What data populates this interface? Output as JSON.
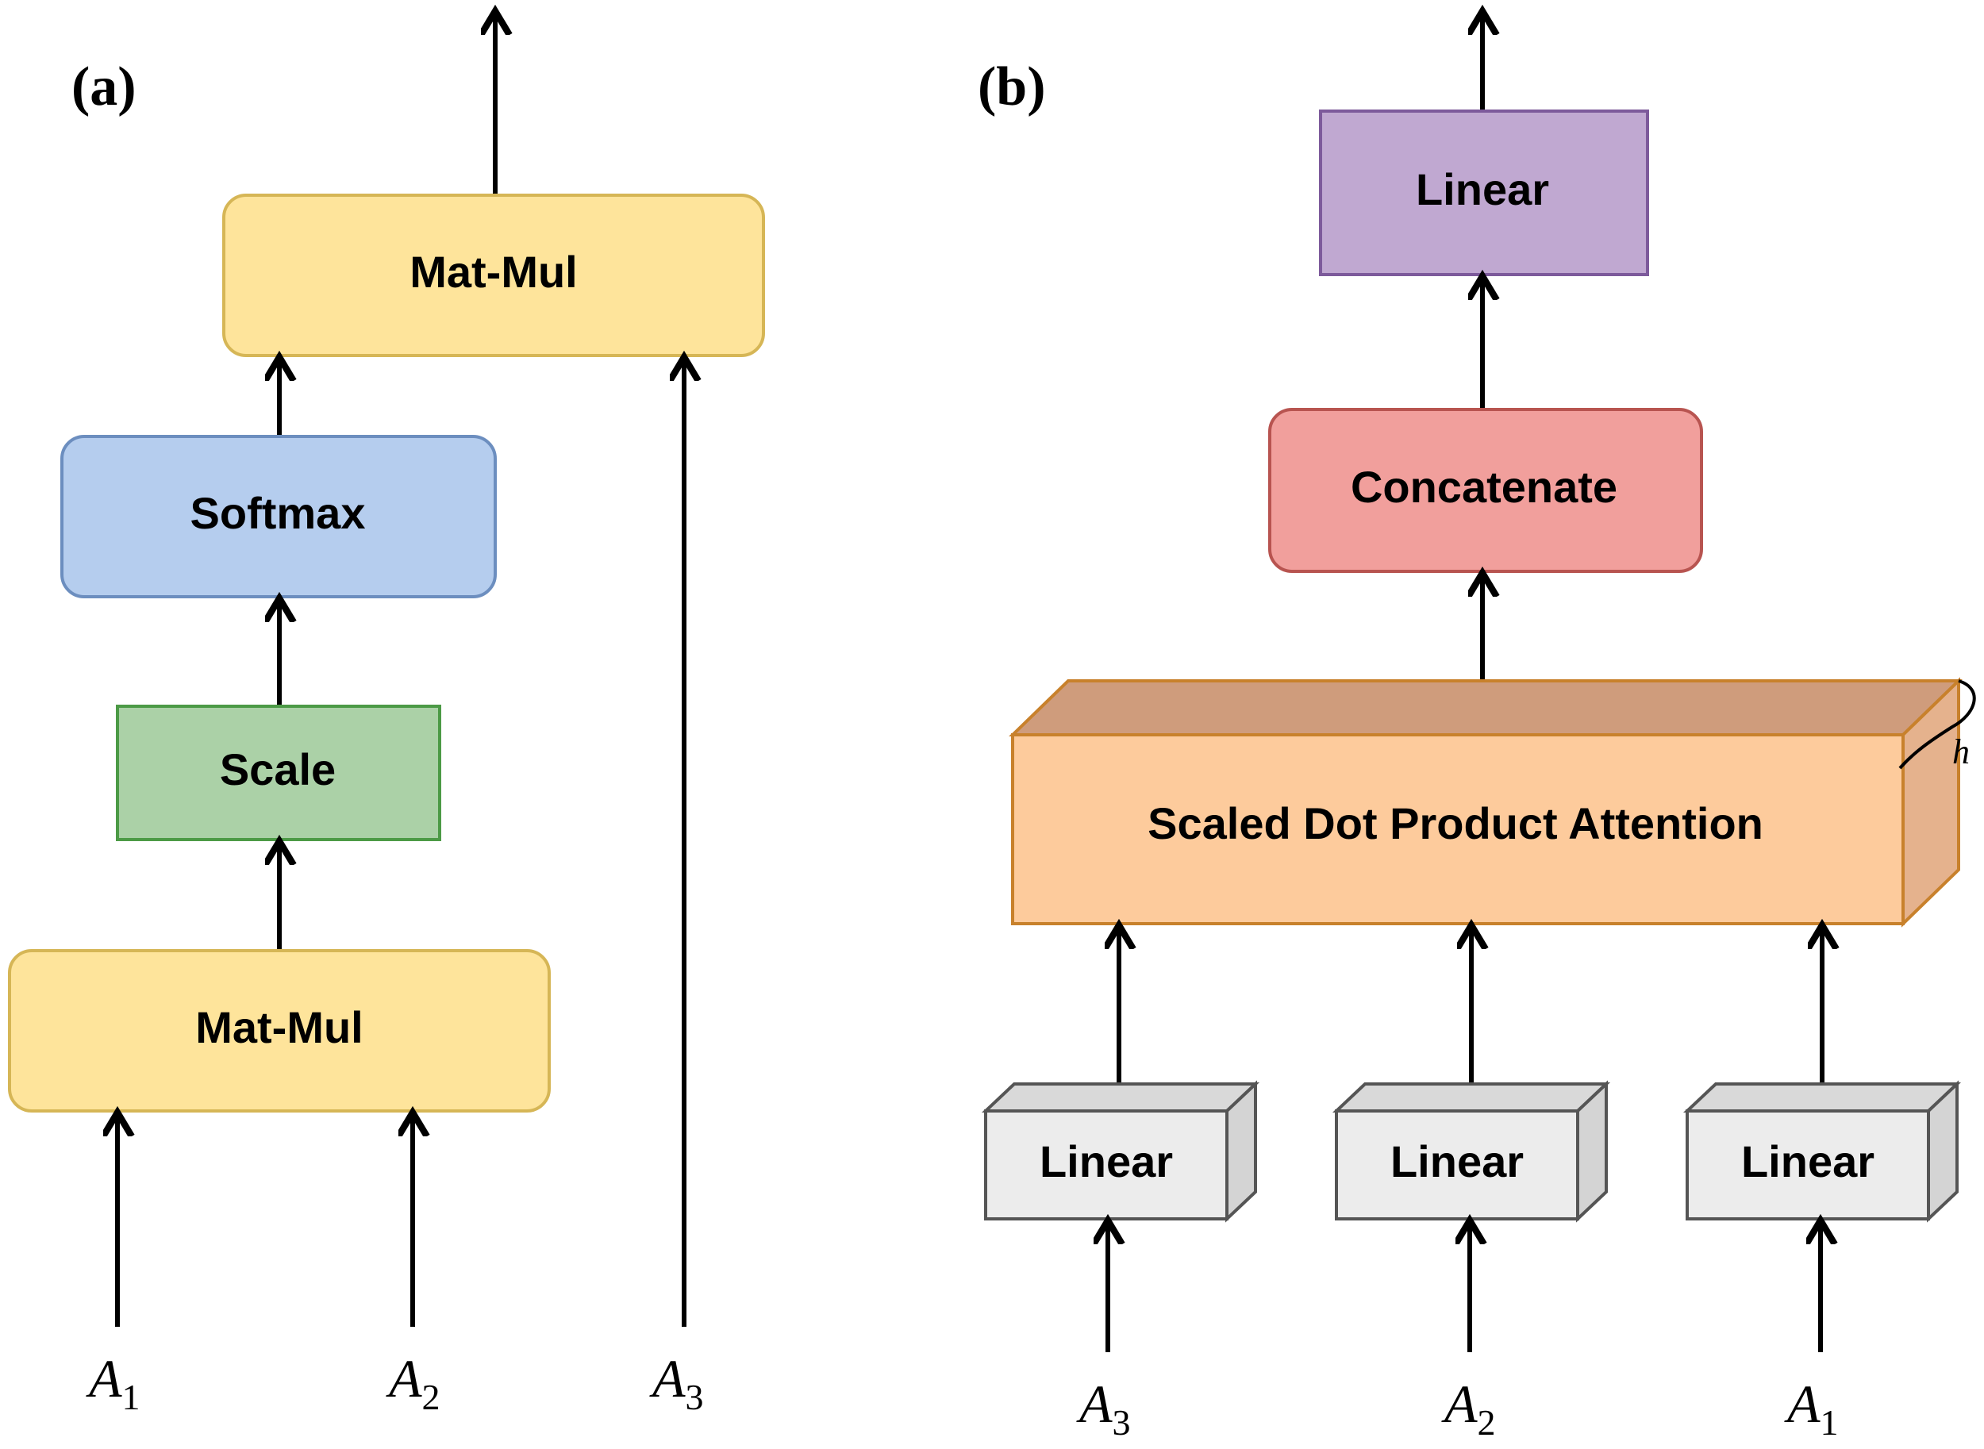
{
  "panel_a": {
    "label": "(a)",
    "boxes": {
      "matmul_top": "Mat-Mul",
      "softmax": "Softmax",
      "scale": "Scale",
      "matmul_bottom": "Mat-Mul"
    },
    "inputs": {
      "a1": {
        "main": "A",
        "sub": "1"
      },
      "a2": {
        "main": "A",
        "sub": "2"
      },
      "a3": {
        "main": "A",
        "sub": "3"
      }
    }
  },
  "panel_b": {
    "label": "(b)",
    "boxes": {
      "linear_top": "Linear",
      "concatenate": "Concatenate",
      "attention": "Scaled Dot Product Attention",
      "linear_left": "Linear",
      "linear_middle": "Linear",
      "linear_right": "Linear"
    },
    "heads_label": "h",
    "inputs": {
      "a3": {
        "main": "A",
        "sub": "3"
      },
      "a2": {
        "main": "A",
        "sub": "2"
      },
      "a1": {
        "main": "A",
        "sub": "1"
      }
    }
  },
  "colors": {
    "matmul_fill": "#fee49b",
    "matmul_stroke": "#d6b656",
    "softmax_fill": "#b5cdee",
    "softmax_stroke": "#6c8ebf",
    "scale_fill": "#abd1a7",
    "scale_stroke": "#4c9a46",
    "linear_top_fill": "#c0a8d1",
    "linear_top_stroke": "#7d5a9b",
    "concatenate_fill": "#f19f9c",
    "concatenate_stroke": "#b85450",
    "attention_front": "#fdcb9c",
    "attention_top": "#cf9c7c",
    "attention_side": "#e5b28d",
    "attention_stroke": "#c8812c",
    "linear_box_front": "#ececec",
    "linear_box_side": "#d4d4d4",
    "linear_box_stroke": "#555555"
  }
}
